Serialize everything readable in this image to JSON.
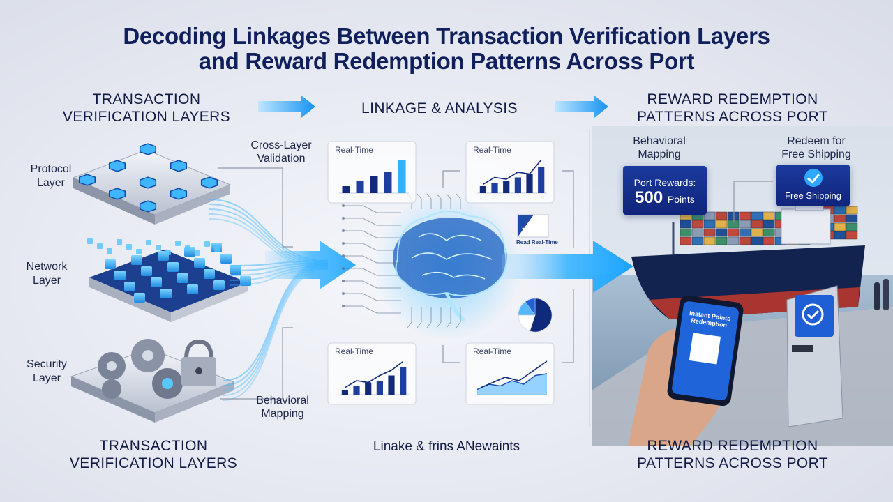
{
  "title": {
    "line1": "Decoding Linkages Between Transaction Verification Layers",
    "line2": "and Reward Redemption Patterns Across Port"
  },
  "headers": {
    "left_top_1": "TRANSACTION",
    "left_top_2": "VERIFICATION LAYERS",
    "center_top": "LINKAGE & ANALYSIS",
    "right_top_1": "REWARD REDEMPTION",
    "right_top_2": "PATTERNS ACROSS PORT",
    "left_bottom_1": "TRANSACTION",
    "left_bottom_2": "VERIFICATION LAYERS",
    "center_bottom": "Linake & frins ANewaints",
    "right_bottom_1": "REWARD REDEMPTION",
    "right_bottom_2": "PATTERNS ACROSS PORT"
  },
  "layers": [
    {
      "line1": "Protocol",
      "line2": "Layer"
    },
    {
      "line1": "Network",
      "line2": "Layer"
    },
    {
      "line1": "Security",
      "line2": "Layer"
    }
  ],
  "notes": {
    "cross_layer_1": "Cross-Layer",
    "cross_layer_2": "Validation",
    "behavioral_left_1": "Behavioral",
    "behavioral_left_2": "Mapping",
    "behavioral_right_1": "Behavioral",
    "behavioral_right_2": "Mapping",
    "redeem_1": "Redeem for",
    "redeem_2": "Free Shipping"
  },
  "cards": [
    {
      "title": "Real-Time",
      "kind": "bar",
      "values": [
        0.2,
        0.35,
        0.5,
        0.6,
        0.95
      ]
    },
    {
      "title": "Real-Time",
      "kind": "bar-line",
      "values": [
        0.2,
        0.3,
        0.35,
        0.45,
        0.55,
        0.75
      ],
      "trend": [
        0.25,
        0.45,
        0.4,
        0.6,
        0.55,
        0.95
      ]
    },
    {
      "title": "Real-Time",
      "kind": "bar-line",
      "values": [
        0.12,
        0.25,
        0.35,
        0.4,
        0.55,
        0.8
      ],
      "trend": [
        0.2,
        0.4,
        0.35,
        0.55,
        0.7,
        0.95
      ]
    },
    {
      "title": "Real-Time",
      "kind": "area",
      "values": [
        0.15,
        0.3,
        0.25,
        0.4,
        0.3,
        0.55,
        0.6
      ]
    }
  ],
  "mini_card_text": "Read Real-Time",
  "port_rewards": {
    "label": "Port Rewards:",
    "value": "500",
    "unit": "Points"
  },
  "free_shipping": {
    "label": "Free Shipping"
  },
  "phone": {
    "line1": "Instant Points",
    "line2": "Redemption"
  },
  "colors": {
    "accent": "#1aa3ff",
    "navy": "#10247a",
    "dark_navy": "#0d1b4a"
  }
}
